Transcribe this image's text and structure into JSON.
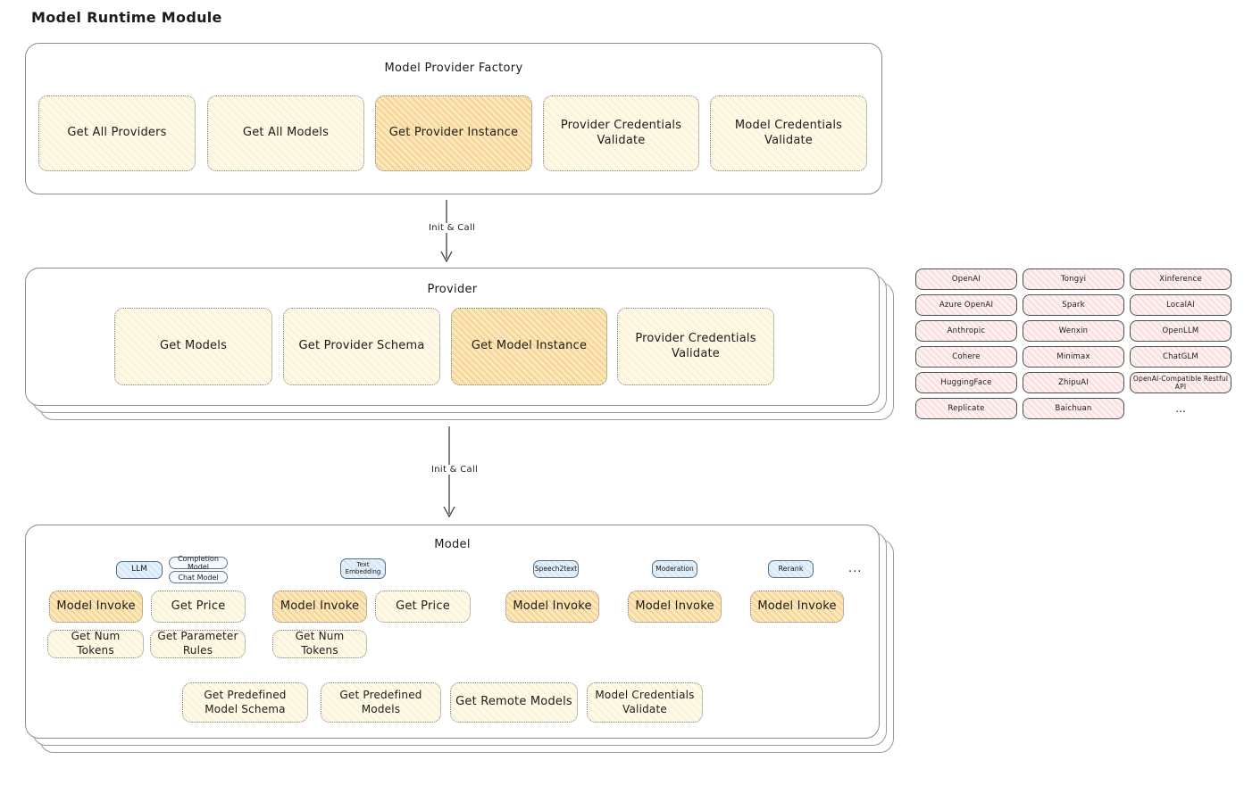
{
  "title": "Model Runtime Module",
  "arrows": {
    "first": "Init & Call",
    "second": "Init & Call"
  },
  "factory": {
    "title": "Model Provider Factory",
    "items": [
      {
        "label": "Get All Providers",
        "highlight": false
      },
      {
        "label": "Get All Models",
        "highlight": false
      },
      {
        "label": "Get Provider Instance",
        "highlight": true
      },
      {
        "label": "Provider Credentials Validate",
        "highlight": false
      },
      {
        "label": "Model Credentials Validate",
        "highlight": false
      }
    ]
  },
  "provider": {
    "title": "Provider",
    "items": [
      {
        "label": "Get Models",
        "highlight": false
      },
      {
        "label": "Get Provider Schema",
        "highlight": false
      },
      {
        "label": "Get Model Instance",
        "highlight": true
      },
      {
        "label": "Provider Credentials Validate",
        "highlight": false
      }
    ]
  },
  "provider_list": {
    "items": [
      "OpenAI",
      "Tongyi",
      "Xinference",
      "Azure OpenAI",
      "Spark",
      "LocalAI",
      "Anthropic",
      "Wenxin",
      "OpenLLM",
      "Cohere",
      "Minimax",
      "ChatGLM",
      "HuggingFace",
      "ZhipuAI",
      "OpenAI-Compatible Restful API",
      "Replicate",
      "Baichuan"
    ],
    "more": "..."
  },
  "model": {
    "title": "Model",
    "tabs": {
      "llm": "LLM",
      "completion": "Completion Model",
      "chat": "Chat Model",
      "text_embedding": "Text Embedding",
      "speech2text": "Speech2text",
      "moderation": "Moderation",
      "rerank": "Rerank",
      "more": "..."
    },
    "invoke_label": "Model Invoke",
    "get_price_label": "Get Price",
    "get_num_tokens_label": "Get Num Tokens",
    "get_parameter_rules_label": "Get Parameter Rules",
    "bottom": [
      "Get Predefined Model Schema",
      "Get Predefined Models",
      "Get Remote Models",
      "Model Credentials Validate"
    ]
  },
  "colors": {
    "yellow_fill": "#fdf6dd",
    "orange_highlight": "#f8dd9d",
    "pink_fill": "#fbe3e3",
    "blue_tab": "#d8e9f7",
    "border_gray": "#8c8c8c",
    "text": "#1b1b1b"
  }
}
